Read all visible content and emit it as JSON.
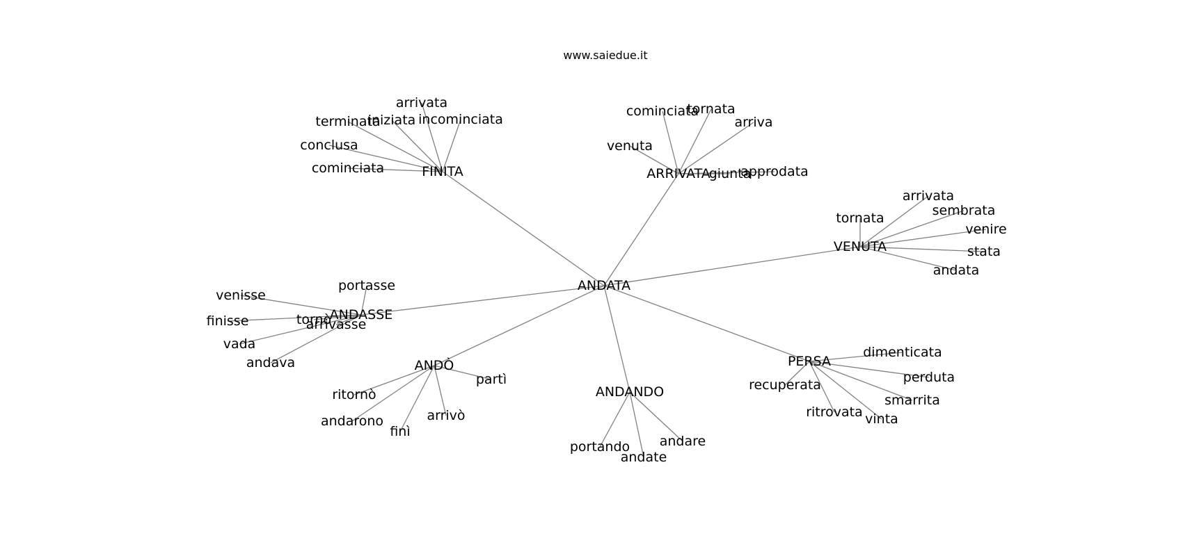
{
  "title": "www.saiedue.it",
  "graph": {
    "nodes": [
      "ANDATA",
      "FINITA",
      "ARRIVATA",
      "VENUTA",
      "ANDASSE",
      "ANDÒ",
      "ANDANDO",
      "PERSA",
      "arrivata",
      "terminata",
      "iniziata",
      "incominciata",
      "conclusa",
      "cominciata",
      "cominciata",
      "tornata",
      "arriva",
      "venuta",
      "giunta",
      "approdata",
      "arrivata",
      "sembrata",
      "tornata",
      "venire",
      "stata",
      "andata",
      "portasse",
      "venisse",
      "finisse",
      "tornò",
      "arrivasse",
      "vada",
      "andava",
      "partì",
      "ritornò",
      "andarono",
      "finì",
      "arrivò",
      "portando",
      "andate",
      "andare",
      "dimenticata",
      "perduta",
      "recuperata",
      "smarrita",
      "ritrovata",
      "vinta"
    ],
    "edges": [
      [
        0,
        1
      ],
      [
        0,
        2
      ],
      [
        0,
        3
      ],
      [
        0,
        4
      ],
      [
        0,
        5
      ],
      [
        0,
        6
      ],
      [
        0,
        7
      ],
      [
        1,
        8
      ],
      [
        1,
        9
      ],
      [
        1,
        10
      ],
      [
        1,
        11
      ],
      [
        1,
        12
      ],
      [
        1,
        13
      ],
      [
        2,
        14
      ],
      [
        2,
        15
      ],
      [
        2,
        16
      ],
      [
        2,
        17
      ],
      [
        2,
        18
      ],
      [
        2,
        19
      ],
      [
        3,
        20
      ],
      [
        3,
        21
      ],
      [
        3,
        22
      ],
      [
        3,
        23
      ],
      [
        3,
        24
      ],
      [
        3,
        25
      ],
      [
        4,
        26
      ],
      [
        4,
        27
      ],
      [
        4,
        28
      ],
      [
        4,
        29
      ],
      [
        4,
        30
      ],
      [
        4,
        31
      ],
      [
        4,
        32
      ],
      [
        5,
        33
      ],
      [
        5,
        34
      ],
      [
        5,
        35
      ],
      [
        5,
        36
      ],
      [
        5,
        37
      ],
      [
        6,
        38
      ],
      [
        6,
        39
      ],
      [
        6,
        40
      ],
      [
        7,
        41
      ],
      [
        7,
        42
      ],
      [
        7,
        43
      ],
      [
        7,
        44
      ],
      [
        7,
        45
      ],
      [
        7,
        46
      ]
    ]
  }
}
